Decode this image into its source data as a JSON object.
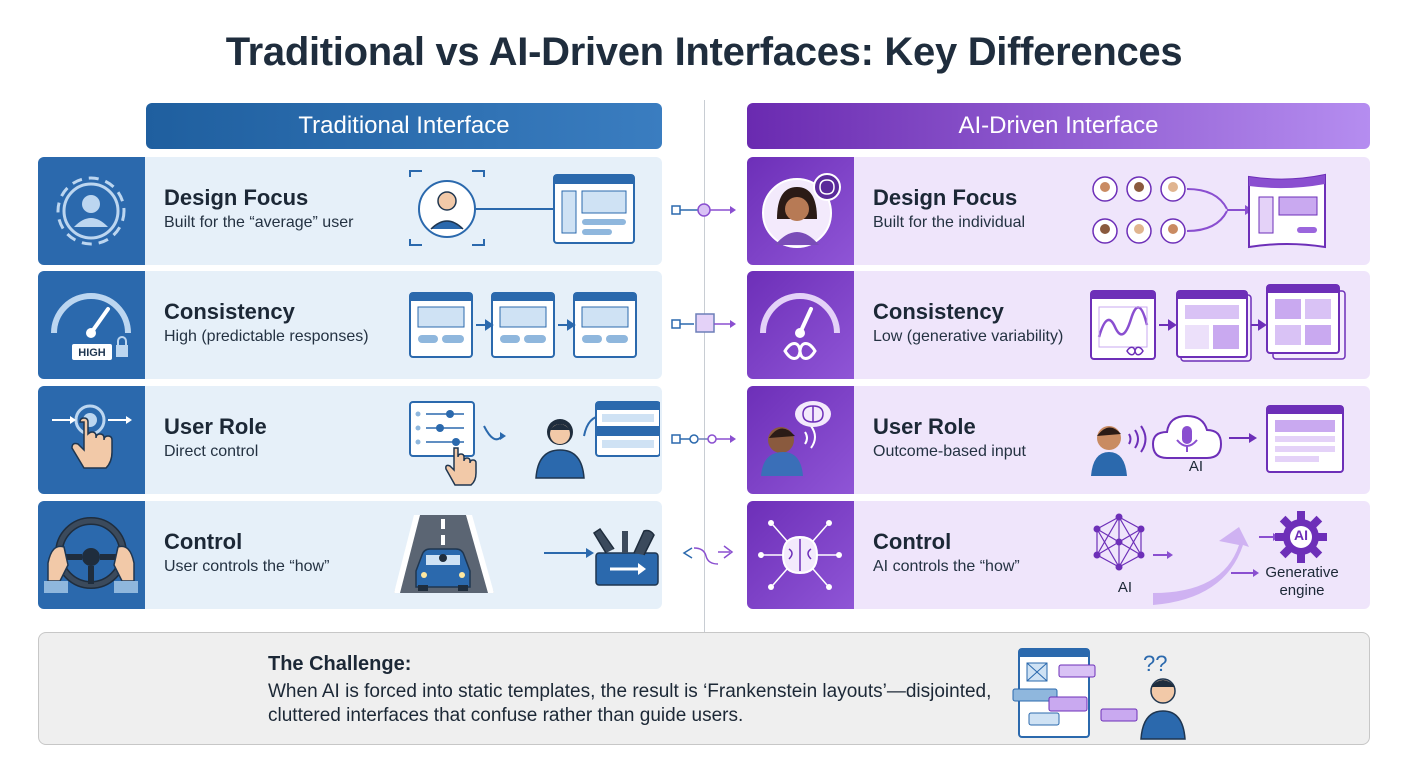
{
  "title": "Traditional vs AI-Driven Interfaces: Key Differences",
  "columns": {
    "traditional": "Traditional Interface",
    "ai": "AI-Driven Interface"
  },
  "rows": [
    {
      "traditional": {
        "title": "Design Focus",
        "subtitle": "Built for the “average” user"
      },
      "ai": {
        "title": "Design Focus",
        "subtitle": "Built for the individual"
      }
    },
    {
      "traditional": {
        "title": "Consistency",
        "subtitle": "High (predictable responses)",
        "badge": "HIGH"
      },
      "ai": {
        "title": "Consistency",
        "subtitle": "Low (generative variability)"
      }
    },
    {
      "traditional": {
        "title": "User Role",
        "subtitle": "Direct control"
      },
      "ai": {
        "title": "User Role",
        "subtitle": "Outcome-based input",
        "ai_label": "AI"
      }
    },
    {
      "traditional": {
        "title": "Control",
        "subtitle": "User controls the “how”"
      },
      "ai": {
        "title": "Control",
        "subtitle": "AI controls the “how”",
        "ai_label": "AI",
        "engine_label": "Generative engine",
        "engine_badge": "AI"
      }
    }
  ],
  "challenge": {
    "title": "The Challenge:",
    "body": "When AI is forced into static templates, the result is ‘Frankenstein layouts’—disjointed, cluttered interfaces that confuse rather than guide users.",
    "marks": "??"
  },
  "icons": {
    "row1_traditional": "user-gear-icon",
    "row1_ai": "personalized-user-brain-icon",
    "row2_traditional": "gauge-lock-icon",
    "row2_ai": "gauge-infinity-icon",
    "row3_traditional": "finger-press-icon",
    "row3_ai": "speaking-head-brain-icon",
    "row4_traditional": "steering-wheel-icon",
    "row4_ai": "brain-network-icon"
  },
  "colors": {
    "title": "#1f2d3d",
    "traditional_primary": "#2b69ad",
    "traditional_light": "#e6f0f9",
    "ai_primary": "#6d2fb8",
    "ai_light": "#efe5fb",
    "challenge_bg": "#efefef"
  }
}
